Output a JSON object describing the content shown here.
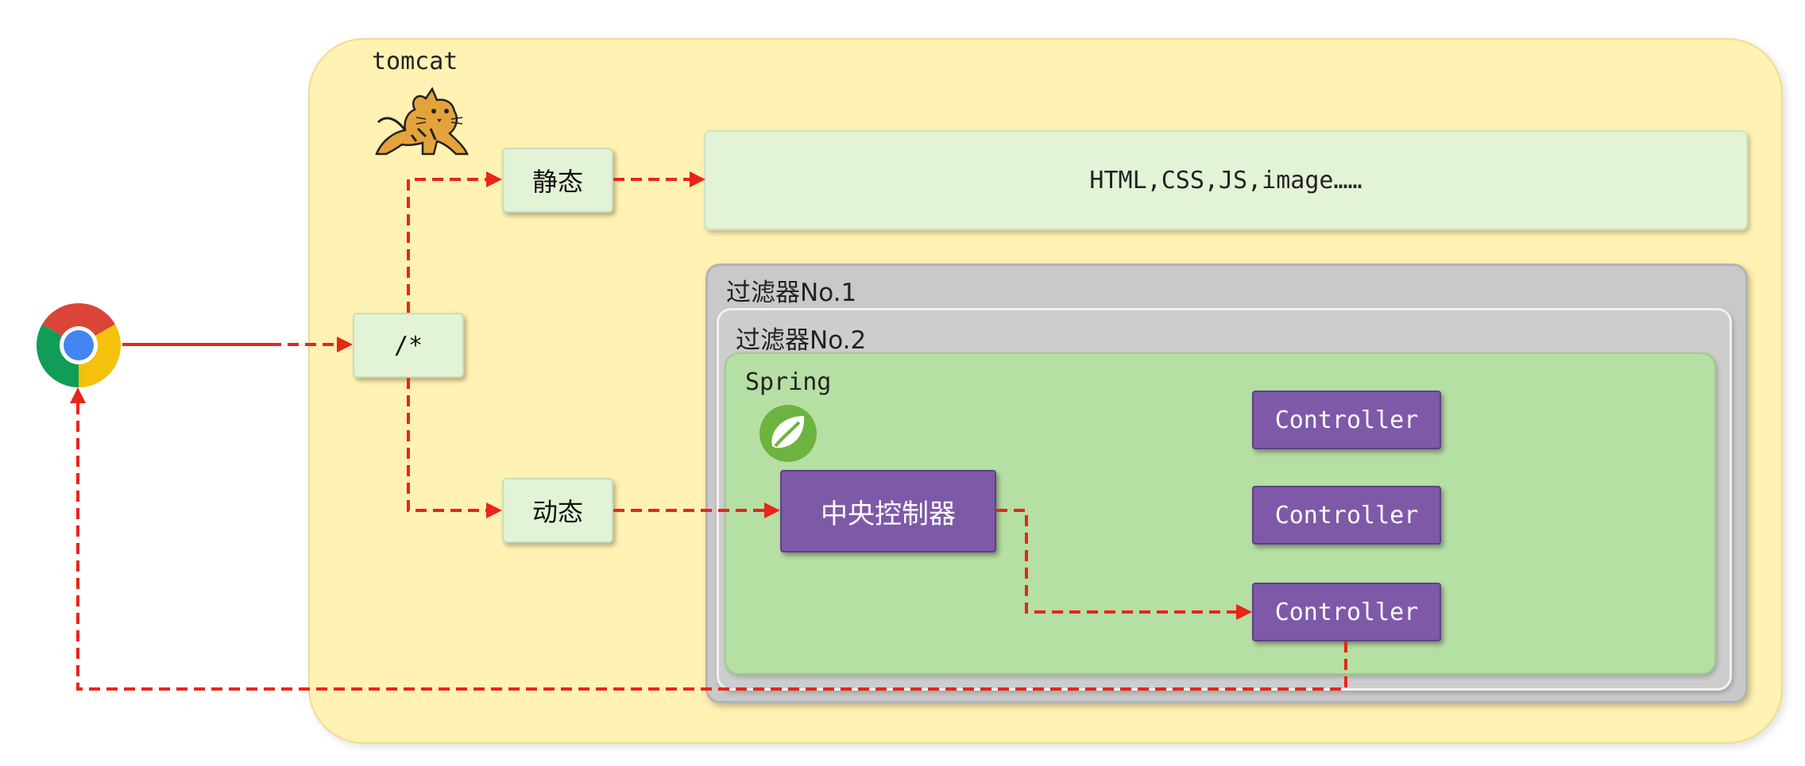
{
  "diagram": {
    "tomcat_label": "tomcat",
    "route_label": "/*",
    "static_label": "静态",
    "dynamic_label": "动态",
    "static_resources": "HTML,CSS,JS,image……",
    "filter1_label": "过滤器No.1",
    "filter2_label": "过滤器No.2",
    "spring_label": "Spring",
    "central_controller": "中央控制器",
    "controllers": [
      "Controller",
      "Controller",
      "Controller"
    ]
  },
  "icons": {
    "browser": "chrome-icon",
    "server": "tomcat-cat-icon",
    "framework": "spring-leaf-icon"
  },
  "colors": {
    "tomcat_bg": "#fff2b3",
    "green_box": "#e3f3d6",
    "spring_bg": "#b6dfa4",
    "filter_bg": "#c9c9c9",
    "controller": "#7e59a8",
    "arrow": "#e8251a"
  }
}
